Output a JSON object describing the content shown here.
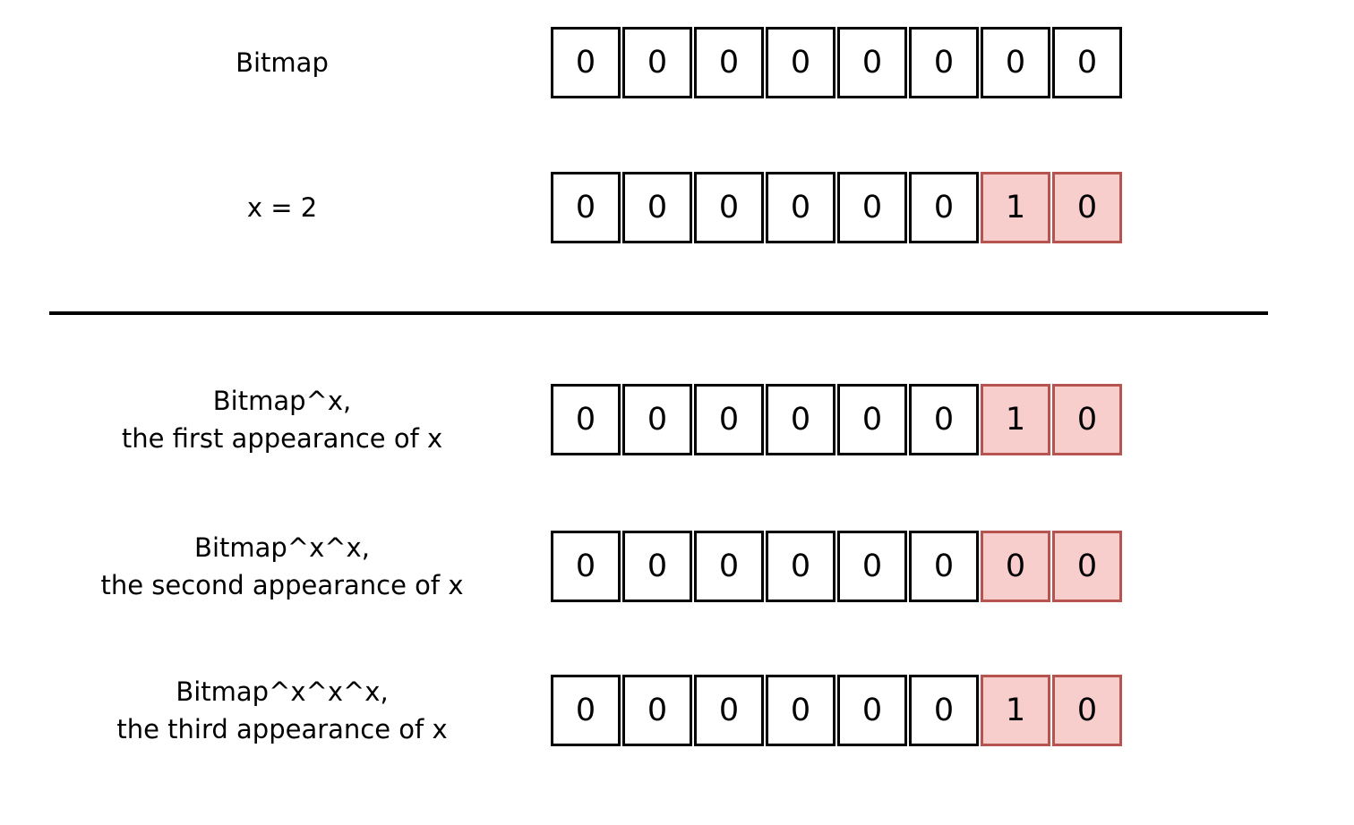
{
  "colors": {
    "cell_fill": "#ffffff",
    "cell_border": "#000000",
    "highlight_fill": "#f8cecc",
    "highlight_border": "#b85450",
    "text": "#000000"
  },
  "rows": [
    {
      "label_lines": [
        "Bitmap"
      ],
      "cells": [
        {
          "value": "0",
          "highlight": false
        },
        {
          "value": "0",
          "highlight": false
        },
        {
          "value": "0",
          "highlight": false
        },
        {
          "value": "0",
          "highlight": false
        },
        {
          "value": "0",
          "highlight": false
        },
        {
          "value": "0",
          "highlight": false
        },
        {
          "value": "0",
          "highlight": false
        },
        {
          "value": "0",
          "highlight": false
        }
      ]
    },
    {
      "label_lines": [
        "x = 2"
      ],
      "cells": [
        {
          "value": "0",
          "highlight": false
        },
        {
          "value": "0",
          "highlight": false
        },
        {
          "value": "0",
          "highlight": false
        },
        {
          "value": "0",
          "highlight": false
        },
        {
          "value": "0",
          "highlight": false
        },
        {
          "value": "0",
          "highlight": false
        },
        {
          "value": "1",
          "highlight": true
        },
        {
          "value": "0",
          "highlight": true
        }
      ]
    },
    {
      "label_lines": [
        "Bitmap^x,",
        "the first appearance of x"
      ],
      "cells": [
        {
          "value": "0",
          "highlight": false
        },
        {
          "value": "0",
          "highlight": false
        },
        {
          "value": "0",
          "highlight": false
        },
        {
          "value": "0",
          "highlight": false
        },
        {
          "value": "0",
          "highlight": false
        },
        {
          "value": "0",
          "highlight": false
        },
        {
          "value": "1",
          "highlight": true
        },
        {
          "value": "0",
          "highlight": true
        }
      ]
    },
    {
      "label_lines": [
        "Bitmap^x^x,",
        "the second appearance of x"
      ],
      "cells": [
        {
          "value": "0",
          "highlight": false
        },
        {
          "value": "0",
          "highlight": false
        },
        {
          "value": "0",
          "highlight": false
        },
        {
          "value": "0",
          "highlight": false
        },
        {
          "value": "0",
          "highlight": false
        },
        {
          "value": "0",
          "highlight": false
        },
        {
          "value": "0",
          "highlight": true
        },
        {
          "value": "0",
          "highlight": true
        }
      ]
    },
    {
      "label_lines": [
        "Bitmap^x^x^x,",
        "the third appearance of x"
      ],
      "cells": [
        {
          "value": "0",
          "highlight": false
        },
        {
          "value": "0",
          "highlight": false
        },
        {
          "value": "0",
          "highlight": false
        },
        {
          "value": "0",
          "highlight": false
        },
        {
          "value": "0",
          "highlight": false
        },
        {
          "value": "0",
          "highlight": false
        },
        {
          "value": "1",
          "highlight": true
        },
        {
          "value": "0",
          "highlight": true
        }
      ]
    }
  ]
}
